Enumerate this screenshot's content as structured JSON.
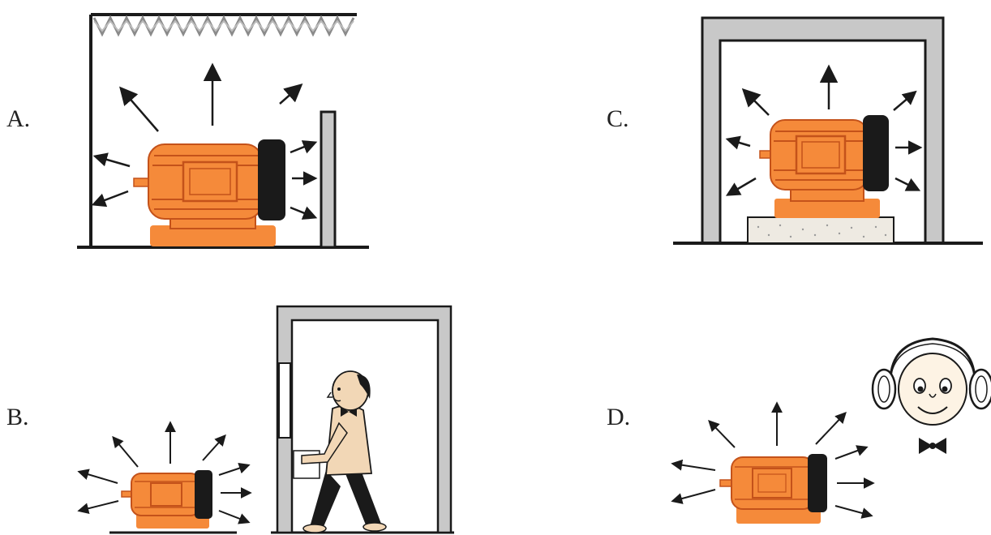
{
  "options": [
    {
      "id": "A",
      "label": "A."
    },
    {
      "id": "B",
      "label": "B."
    },
    {
      "id": "C",
      "label": "C."
    },
    {
      "id": "D",
      "label": "D."
    }
  ],
  "colors": {
    "motor": "#f58a3a",
    "motor_dark": "#c4521a",
    "motor_end": "#1a1a1a",
    "wall": "#c8c8c8",
    "stroke": "#1a1a1a",
    "person_shirt": "#f2d7b6",
    "person_pants": "#1a1a1a",
    "pad": "#eeeae2"
  },
  "icons": {
    "motor": "electric-motor-icon",
    "arrow": "sound-wave-arrow-icon",
    "absorber": "sound-absorbing-ceiling-icon",
    "wall": "sound-barrier-wall-icon",
    "enclosure": "soundproof-enclosure-icon",
    "pad": "vibration-damping-pad-icon",
    "person": "worker-icon",
    "earmuffs": "earmuffs-icon"
  }
}
